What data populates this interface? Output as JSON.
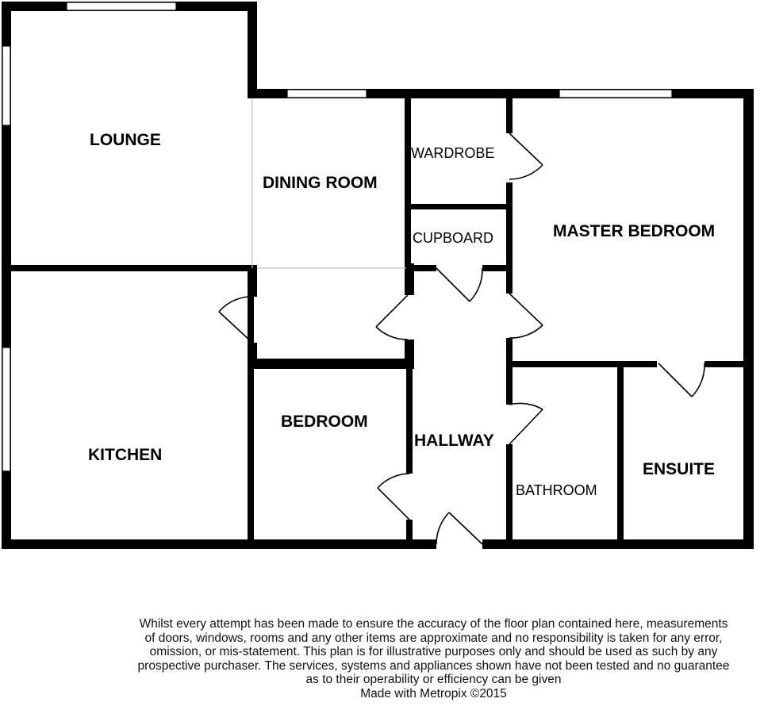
{
  "rooms": {
    "lounge": "LOUNGE",
    "dining_room": "DINING ROOM",
    "wardrobe": "WARDROBE",
    "cupboard": "CUPBOARD",
    "master_bedroom": "MASTER BEDROOM",
    "kitchen": "KITCHEN",
    "bedroom": "BEDROOM",
    "hallway": "HALLWAY",
    "bathroom": "BATHROOM",
    "ensuite": "ENSUITE"
  },
  "disclaimer": {
    "lines": [
      "Whilst every attempt has been made to ensure the accuracy of the floor plan contained here, measurements",
      "of doors, windows, rooms and any other items are approximate and no responsibility is taken for any error,",
      "omission, or mis-statement. This plan is for illustrative purposes only and should be used as such by any",
      "prospective purchaser. The services, systems and appliances shown have not been tested and no guarantee",
      "as to their operability or efficiency can be given"
    ],
    "credit": "Made with Metropix ©2015"
  },
  "colors": {
    "wall": "#000000",
    "background": "#ffffff",
    "partition": "#bdbdbd"
  }
}
